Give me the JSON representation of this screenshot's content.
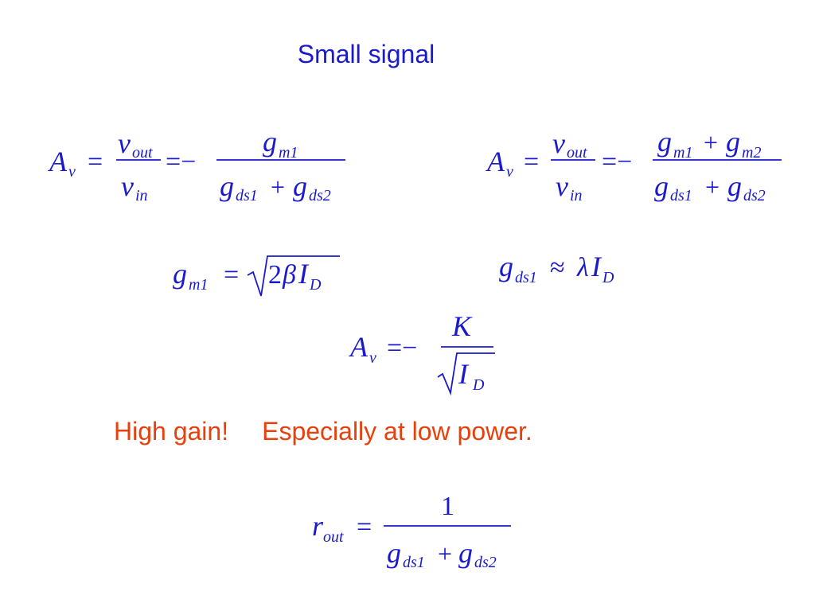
{
  "title": "Small signal",
  "notes": {
    "high_gain": "High gain!",
    "low_power": "Especially at low power."
  },
  "equations": {
    "gain_left": {
      "lhs": "A",
      "lhs_sub": "v",
      "v": "v",
      "out": "out",
      "in": "in",
      "neg": "=−",
      "num_g": "g",
      "num_sub": "m1",
      "den_g1": "g",
      "den_sub1": "ds1",
      "plus": "+",
      "den_g2": "g",
      "den_sub2": "ds2"
    },
    "gain_right": {
      "lhs": "A",
      "lhs_sub": "v",
      "v": "v",
      "out": "out",
      "in": "in",
      "neg": "=−",
      "num_g1": "g",
      "num_sub1": "m1",
      "plus": "+",
      "num_g2": "g",
      "num_sub2": "m2",
      "den_g1": "g",
      "den_sub1": "ds1",
      "den_g2": "g",
      "den_sub2": "ds2"
    },
    "gm": {
      "g": "g",
      "sub": "m1",
      "eq": "=",
      "two": "2",
      "beta": "β",
      "I": "I",
      "D": "D"
    },
    "gds": {
      "g": "g",
      "sub": "ds1",
      "approx": "≈",
      "lambda": "λ",
      "I": "I",
      "D": "D"
    },
    "gain_k": {
      "lhs": "A",
      "lhs_sub": "v",
      "neg": "=−",
      "K": "K",
      "I": "I",
      "D": "D"
    },
    "rout": {
      "r": "r",
      "sub": "out",
      "eq": "=",
      "one": "1",
      "g1": "g",
      "sub1": "ds1",
      "plus": "+",
      "g2": "g",
      "sub2": "ds2"
    }
  },
  "colors": {
    "math": "#1a1acc",
    "note": "#e8400c",
    "background": "#ffffff"
  }
}
